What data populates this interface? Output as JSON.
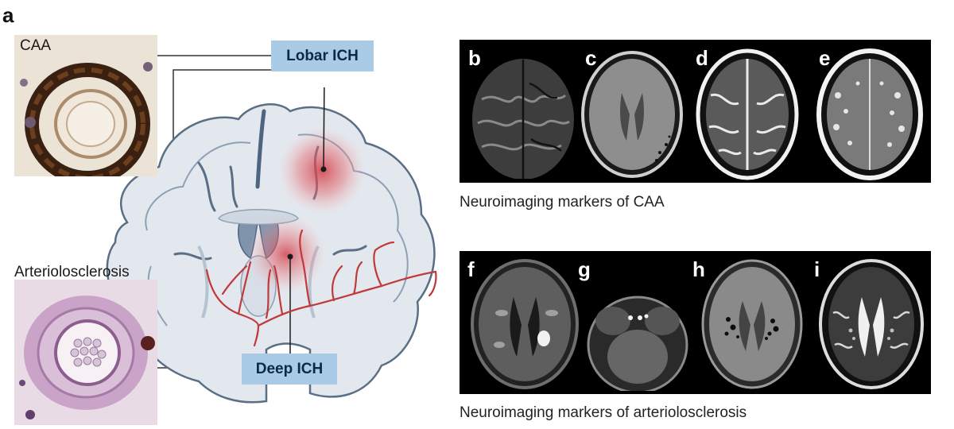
{
  "figure": {
    "panel_a_letter": "a",
    "caa_label": "CAA",
    "arteriolosclerosis_label": "Arteriolosclerosis",
    "lobar_ich_label": "Lobar ICH",
    "deep_ich_label": "Deep ICH"
  },
  "caa_strip": {
    "panels": [
      "b",
      "c",
      "d",
      "e"
    ],
    "caption": "Neuroimaging markers of CAA"
  },
  "arteriolo_strip": {
    "panels": [
      "f",
      "g",
      "h",
      "i"
    ],
    "caption": "Neuroimaging markers of arteriolosclerosis"
  },
  "colors": {
    "tag_fill": "#a9cbe6",
    "vessel_red": "#c0393b",
    "hemorrhage_glow": "#d9535a",
    "brain_fill": "#e3e8ee",
    "brain_outline": "#5a6e85"
  }
}
